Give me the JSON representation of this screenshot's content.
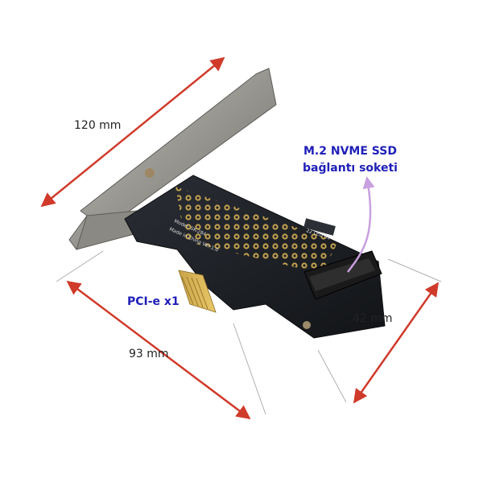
{
  "dimensions": {
    "bracket_length": "120 mm",
    "board_length": "93 mm",
    "board_width": "42 mm"
  },
  "annotations": {
    "m2_socket_line1": "M.2 NVME SSD",
    "m2_socket_line2": "bağlantı soketi",
    "pcie_label": "PCI-e x1"
  },
  "pcb_print": {
    "model_line1": "Model: SK-284",
    "model_line2": "Made in China Ver:1.0",
    "led_text": "22 LED R1"
  },
  "colors": {
    "dimension_arrow": "#d03a2a",
    "label_blue": "#1f1fb8",
    "pointer_arrow": "#c8a0e0",
    "pcb": "#1c1f24",
    "bracket": "#9a9a95"
  }
}
